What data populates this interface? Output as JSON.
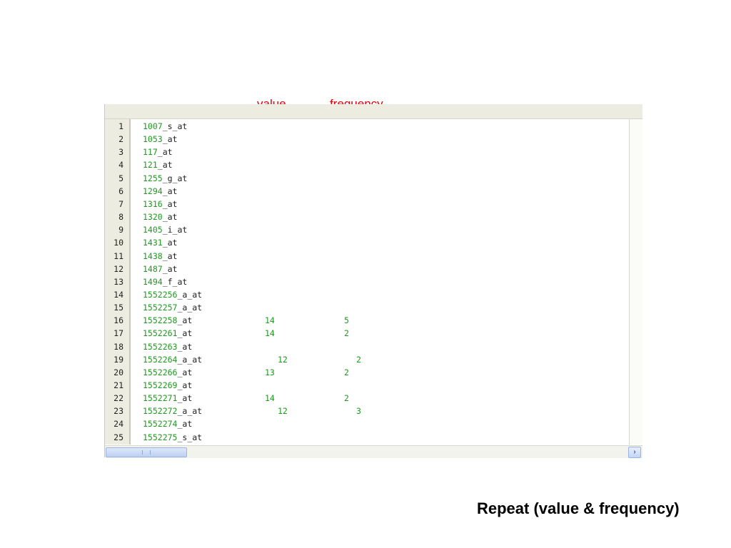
{
  "header": {
    "value_label": "value",
    "frequency_label": "frequency"
  },
  "caption": "Repeat (value & frequency)",
  "colors": {
    "number": "#1d9a1d",
    "header_text": "#e8000b",
    "gutter_bg": "#ecece0"
  },
  "rows": [
    {
      "line": "1",
      "num": "1007",
      "suffix": "_s_at",
      "value": "",
      "freq": ""
    },
    {
      "line": "2",
      "num": "1053",
      "suffix": "_at",
      "value": "",
      "freq": ""
    },
    {
      "line": "3",
      "num": "117",
      "suffix": "_at",
      "value": "",
      "freq": ""
    },
    {
      "line": "4",
      "num": "121",
      "suffix": "_at",
      "value": "",
      "freq": ""
    },
    {
      "line": "5",
      "num": "1255",
      "suffix": "_g_at",
      "value": "",
      "freq": ""
    },
    {
      "line": "6",
      "num": "1294",
      "suffix": "_at",
      "value": "",
      "freq": ""
    },
    {
      "line": "7",
      "num": "1316",
      "suffix": "_at",
      "value": "",
      "freq": ""
    },
    {
      "line": "8",
      "num": "1320",
      "suffix": "_at",
      "value": "",
      "freq": ""
    },
    {
      "line": "9",
      "num": "1405",
      "suffix": "_i_at",
      "value": "",
      "freq": ""
    },
    {
      "line": "10",
      "num": "1431",
      "suffix": "_at",
      "value": "",
      "freq": ""
    },
    {
      "line": "11",
      "num": "1438",
      "suffix": "_at",
      "value": "",
      "freq": ""
    },
    {
      "line": "12",
      "num": "1487",
      "suffix": "_at",
      "value": "",
      "freq": ""
    },
    {
      "line": "13",
      "num": "1494",
      "suffix": "_f_at",
      "value": "",
      "freq": ""
    },
    {
      "line": "14",
      "num": "1552256",
      "suffix": "_a_at",
      "value": "",
      "freq": ""
    },
    {
      "line": "15",
      "num": "1552257",
      "suffix": "_a_at",
      "value": "",
      "freq": ""
    },
    {
      "line": "16",
      "num": "1552258",
      "suffix": "_at",
      "value": "14",
      "freq": "5"
    },
    {
      "line": "17",
      "num": "1552261",
      "suffix": "_at",
      "value": "14",
      "freq": "2"
    },
    {
      "line": "18",
      "num": "1552263",
      "suffix": "_at",
      "value": "",
      "freq": ""
    },
    {
      "line": "19",
      "num": "1552264",
      "suffix": "_a_at",
      "value": "12",
      "freq": "2"
    },
    {
      "line": "20",
      "num": "1552266",
      "suffix": "_at",
      "value": "13",
      "freq": "2"
    },
    {
      "line": "21",
      "num": "1552269",
      "suffix": "_at",
      "value": "",
      "freq": ""
    },
    {
      "line": "22",
      "num": "1552271",
      "suffix": "_at",
      "value": "14",
      "freq": "2"
    },
    {
      "line": "23",
      "num": "1552272",
      "suffix": "_a_at",
      "value": "12",
      "freq": "3"
    },
    {
      "line": "24",
      "num": "1552274",
      "suffix": "_at",
      "value": "",
      "freq": ""
    },
    {
      "line": "25",
      "num": "1552275",
      "suffix": "_s_at",
      "value": "",
      "freq": ""
    }
  ],
  "scroll": {
    "right_arrow": "›"
  }
}
